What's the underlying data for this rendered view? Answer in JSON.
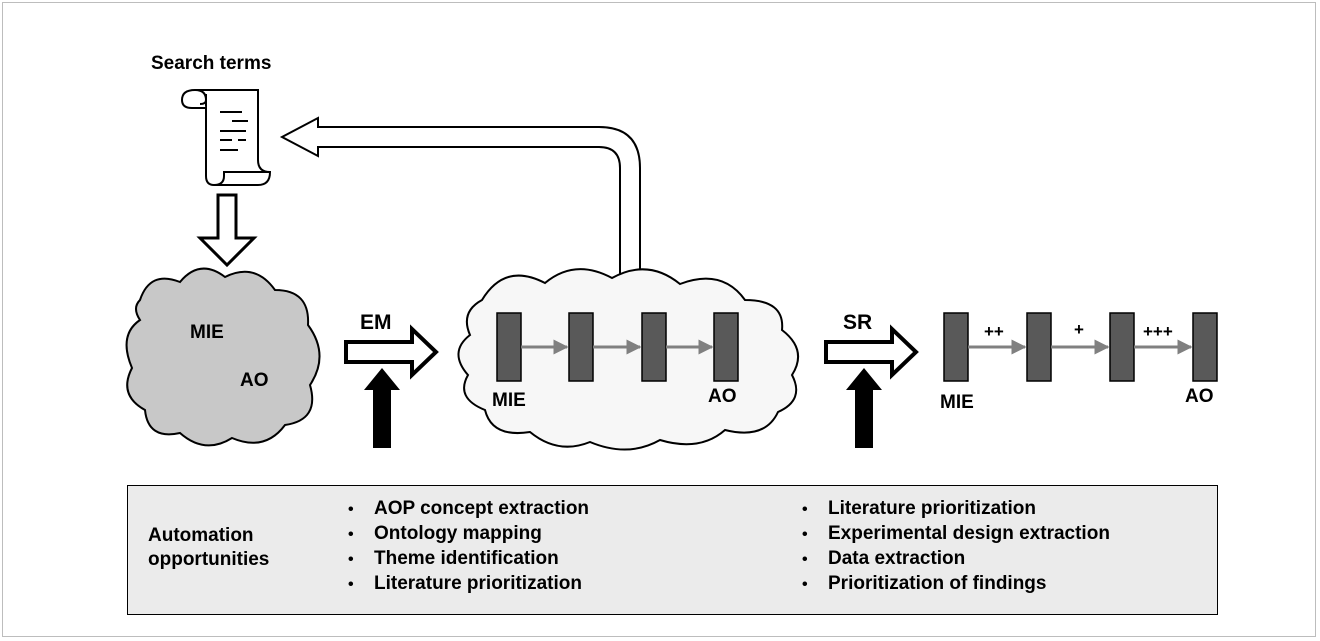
{
  "search_terms": {
    "label": "Search terms",
    "icon": "scroll-document-icon"
  },
  "start_cloud": {
    "top_label": "MIE",
    "bottom_label": "AO",
    "fill": "#c8c8c8"
  },
  "em_step": {
    "label": "EM"
  },
  "middle_cloud": {
    "start_label": "MIE",
    "end_label": "AO",
    "fill": "#f7f7f7"
  },
  "sr_step": {
    "label": "SR"
  },
  "final_pathway": {
    "start_label": "MIE",
    "end_label": "AO",
    "edge_labels": [
      "++",
      "+",
      "+++"
    ]
  },
  "colors": {
    "event_box": "#595959",
    "event_arrow": "#808080",
    "panel": "#ebebeb"
  },
  "automation": {
    "title": "Automation opportunities",
    "em_items": [
      "AOP concept extraction",
      "Ontology mapping",
      "Theme identification",
      "Literature prioritization"
    ],
    "sr_items": [
      "Literature prioritization",
      "Experimental design extraction",
      "Data extraction",
      "Prioritization of findings"
    ]
  }
}
